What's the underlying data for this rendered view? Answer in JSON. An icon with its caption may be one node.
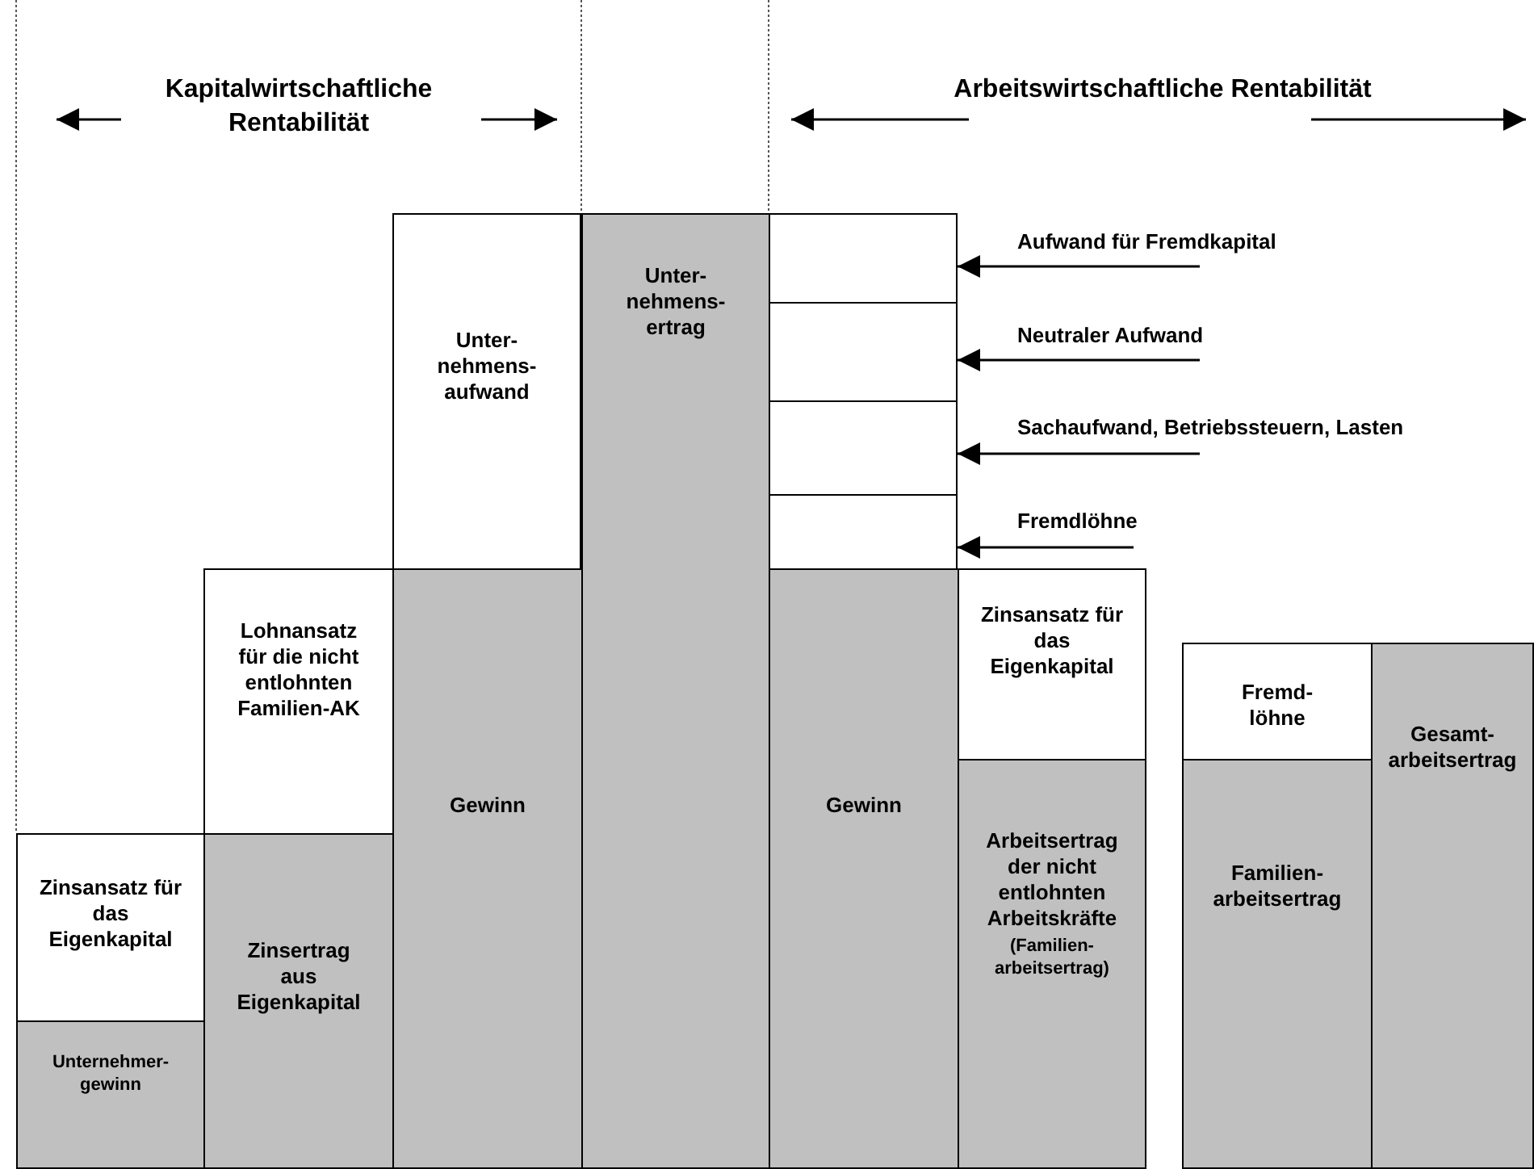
{
  "diagram": {
    "nodes": [
      {
        "text": [
          "Unter- nehmens- aufwand"
        ]
      },
      {
        "text": [
          "Unter- nehmens- ertrag"
        ]
      },
      {
        "text": [],
        "shape": "box"
      },
      {
        "text": [],
        "shape": "box"
      },
      {
        "text": [],
        "shape": "box"
      },
      {
        "text": [],
        "shape": "box"
      },
      {
        "text": [
          "Aufwand für Fremdkapital"
        ]
      },
      {
        "text": [
          "Neutraler Aufwand"
        ]
      },
      {
        "text": [
          "Sachaufwand, Betriebssteuern, Lasten"
        ]
      },
      {
        "text": [
          "Fremdlöhne"
        ]
      },
      {
        "text": [
          "Lohnansatz für die nicht entlohnten Familien-AK"
        ]
      },
      {
        "text": [
          "Gewinn"
        ]
      },
      {
        "text": [
          "Gewinn"
        ]
      },
      {
        "text": [
          "Zinsansatz für das Eigenkapital"
        ]
      },
      {
        "text": [
          "Fremd- löhne"
        ]
      },
      {
        "text": [
          "Gesamt- arbeitsertrag"
        ]
      },
      {
        "text": [
          "Zinsansatz für das Eigenkapital"
        ]
      },
      {
        "text": [
          "Zinsertrag aus Eigenkapital"
        ]
      },
      {
        "text": [
          "Arbeitsertrag der nicht entlohnten Arbeitskräfte",
          "(Familien- arbeitsertrag)"
        ]
      },
      {
        "text": [
          "Familien- arbeitsertrag"
        ]
      },
      {
        "text": [
          "Unternehmer- gewinn"
        ]
      }
    ],
    "edges": [
      {
        "from": 6,
        "to": 2,
        "arrow": "to"
      },
      {
        "from": 7,
        "to": 3,
        "arrow": "to"
      },
      {
        "from": 8,
        "to": 4,
        "arrow": "to"
      },
      {
        "from": 9,
        "to": 5,
        "arrow": "to"
      }
    ],
    "labels": [
      "Kapitalwirtschaftliche Rentabilität",
      "Arbeitswirtschaftliche Rentabilität"
    ]
  }
}
